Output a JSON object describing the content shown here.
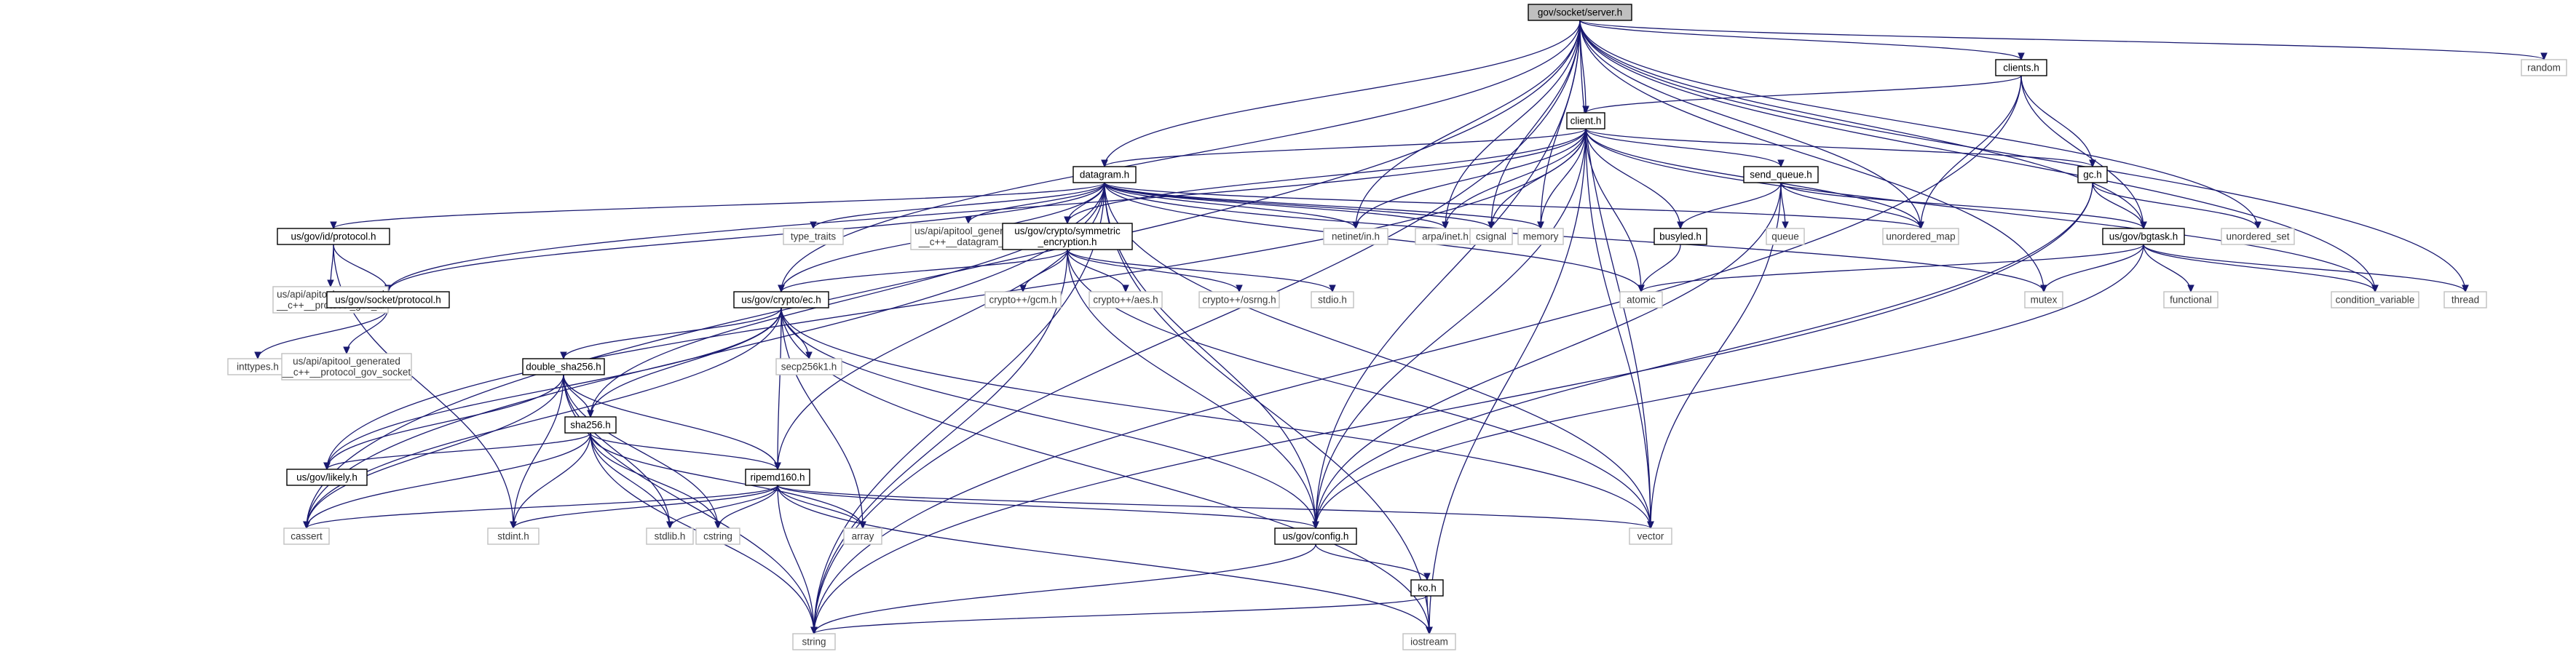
{
  "diagram": {
    "type": "include-dependency-graph",
    "root": "gov/socket/server.h",
    "nodes": [
      {
        "id": "server",
        "label": "gov/socket/server.h",
        "kind": "root"
      },
      {
        "id": "clients",
        "label": "clients.h",
        "kind": "header"
      },
      {
        "id": "random",
        "label": "random",
        "kind": "system"
      },
      {
        "id": "client",
        "label": "client.h",
        "kind": "header"
      },
      {
        "id": "datagram",
        "label": "datagram.h",
        "kind": "header"
      },
      {
        "id": "send_queue",
        "label": "send_queue.h",
        "kind": "header"
      },
      {
        "id": "gc",
        "label": "gc.h",
        "kind": "header"
      },
      {
        "id": "idprotocol",
        "label": "us/gov/id/protocol.h",
        "kind": "header"
      },
      {
        "id": "type_traits",
        "label": "type_traits",
        "kind": "system"
      },
      {
        "id": "dgram_hdr",
        "label": "us/api/apitool_generated\n__c++__datagram_hdr",
        "kind": "system"
      },
      {
        "id": "symenc",
        "label": "us/gov/crypto/symmetric\n_encryption.h",
        "kind": "header"
      },
      {
        "id": "netinet",
        "label": "netinet/in.h",
        "kind": "system"
      },
      {
        "id": "arpa",
        "label": "arpa/inet.h",
        "kind": "system"
      },
      {
        "id": "csignal",
        "label": "csignal",
        "kind": "system"
      },
      {
        "id": "memory",
        "label": "memory",
        "kind": "system"
      },
      {
        "id": "busyled",
        "label": "busyled.h",
        "kind": "header"
      },
      {
        "id": "queue",
        "label": "queue",
        "kind": "system"
      },
      {
        "id": "unordered_map",
        "label": "unordered_map",
        "kind": "system"
      },
      {
        "id": "bgtask",
        "label": "us/gov/bgtask.h",
        "kind": "header"
      },
      {
        "id": "unordered_set",
        "label": "unordered_set",
        "kind": "system"
      },
      {
        "id": "gen_proto_id",
        "label": "us/api/apitool_generated\n__c++__protocol_gov_id",
        "kind": "system"
      },
      {
        "id": "sockproto",
        "label": "us/gov/socket/protocol.h",
        "kind": "header"
      },
      {
        "id": "gcm",
        "label": "crypto++/gcm.h",
        "kind": "system"
      },
      {
        "id": "aes",
        "label": "crypto++/aes.h",
        "kind": "system"
      },
      {
        "id": "osrng",
        "label": "crypto++/osrng.h",
        "kind": "system"
      },
      {
        "id": "stdio",
        "label": "stdio.h",
        "kind": "system"
      },
      {
        "id": "atomic",
        "label": "atomic",
        "kind": "system"
      },
      {
        "id": "mutex",
        "label": "mutex",
        "kind": "system"
      },
      {
        "id": "functional",
        "label": "functional",
        "kind": "system"
      },
      {
        "id": "condvar",
        "label": "condition_variable",
        "kind": "system"
      },
      {
        "id": "thread",
        "label": "thread",
        "kind": "system"
      },
      {
        "id": "inttypes",
        "label": "inttypes.h",
        "kind": "system"
      },
      {
        "id": "gen_proto_sock",
        "label": "us/api/apitool_generated\n__c++__protocol_gov_socket",
        "kind": "system"
      },
      {
        "id": "ec",
        "label": "us/gov/crypto/ec.h",
        "kind": "header"
      },
      {
        "id": "secp",
        "label": "secp256k1.h",
        "kind": "system"
      },
      {
        "id": "dsha",
        "label": "double_sha256.h",
        "kind": "header"
      },
      {
        "id": "sha256",
        "label": "sha256.h",
        "kind": "header"
      },
      {
        "id": "likely",
        "label": "us/gov/likely.h",
        "kind": "header"
      },
      {
        "id": "ripemd",
        "label": "ripemd160.h",
        "kind": "header"
      },
      {
        "id": "cassert",
        "label": "cassert",
        "kind": "system"
      },
      {
        "id": "stdint",
        "label": "stdint.h",
        "kind": "system"
      },
      {
        "id": "stdlib",
        "label": "stdlib.h",
        "kind": "system"
      },
      {
        "id": "cstring",
        "label": "cstring",
        "kind": "system"
      },
      {
        "id": "array",
        "label": "array",
        "kind": "system"
      },
      {
        "id": "config",
        "label": "us/gov/config.h",
        "kind": "header"
      },
      {
        "id": "vector",
        "label": "vector",
        "kind": "system"
      },
      {
        "id": "ko",
        "label": "ko.h",
        "kind": "header"
      },
      {
        "id": "string",
        "label": "string",
        "kind": "system"
      },
      {
        "id": "iostream",
        "label": "iostream",
        "kind": "system"
      }
    ],
    "edges": [
      [
        "server",
        "clients"
      ],
      [
        "server",
        "random"
      ],
      [
        "server",
        "client"
      ],
      [
        "server",
        "datagram"
      ],
      [
        "server",
        "bgtask"
      ],
      [
        "server",
        "ec"
      ],
      [
        "server",
        "config"
      ],
      [
        "server",
        "netinet"
      ],
      [
        "server",
        "arpa"
      ],
      [
        "server",
        "csignal"
      ],
      [
        "server",
        "memory"
      ],
      [
        "server",
        "unordered_map"
      ],
      [
        "server",
        "unordered_set"
      ],
      [
        "server",
        "mutex"
      ],
      [
        "server",
        "condvar"
      ],
      [
        "server",
        "thread"
      ],
      [
        "server",
        "vector"
      ],
      [
        "server",
        "cassert"
      ],
      [
        "server",
        "string"
      ],
      [
        "clients",
        "client"
      ],
      [
        "clients",
        "gc"
      ],
      [
        "clients",
        "bgtask"
      ],
      [
        "clients",
        "unordered_map"
      ],
      [
        "clients",
        "string"
      ],
      [
        "client",
        "datagram"
      ],
      [
        "client",
        "send_queue"
      ],
      [
        "client",
        "gc"
      ],
      [
        "client",
        "symenc"
      ],
      [
        "client",
        "sockproto"
      ],
      [
        "client",
        "netinet"
      ],
      [
        "client",
        "arpa"
      ],
      [
        "client",
        "csignal"
      ],
      [
        "client",
        "memory"
      ],
      [
        "client",
        "busyled"
      ],
      [
        "client",
        "unordered_map"
      ],
      [
        "client",
        "atomic"
      ],
      [
        "client",
        "config"
      ],
      [
        "client",
        "vector"
      ],
      [
        "client",
        "condvar"
      ],
      [
        "client",
        "iostream"
      ],
      [
        "client",
        "likely"
      ],
      [
        "datagram",
        "idprotocol"
      ],
      [
        "datagram",
        "type_traits"
      ],
      [
        "datagram",
        "dgram_hdr"
      ],
      [
        "datagram",
        "symenc"
      ],
      [
        "datagram",
        "sockproto"
      ],
      [
        "datagram",
        "netinet"
      ],
      [
        "datagram",
        "arpa"
      ],
      [
        "datagram",
        "csignal"
      ],
      [
        "datagram",
        "memory"
      ],
      [
        "datagram",
        "unordered_map"
      ],
      [
        "datagram",
        "atomic"
      ],
      [
        "datagram",
        "mutex"
      ],
      [
        "datagram",
        "ec"
      ],
      [
        "datagram",
        "sha256"
      ],
      [
        "datagram",
        "ripemd"
      ],
      [
        "datagram",
        "config"
      ],
      [
        "datagram",
        "vector"
      ],
      [
        "datagram",
        "string"
      ],
      [
        "datagram",
        "cassert"
      ],
      [
        "datagram",
        "iostream"
      ],
      [
        "send_queue",
        "busyled"
      ],
      [
        "send_queue",
        "queue"
      ],
      [
        "send_queue",
        "unordered_map"
      ],
      [
        "send_queue",
        "bgtask"
      ],
      [
        "send_queue",
        "vector"
      ],
      [
        "send_queue",
        "config"
      ],
      [
        "gc",
        "bgtask"
      ],
      [
        "gc",
        "unordered_set"
      ],
      [
        "gc",
        "config"
      ],
      [
        "gc",
        "string"
      ],
      [
        "bgtask",
        "atomic"
      ],
      [
        "bgtask",
        "mutex"
      ],
      [
        "bgtask",
        "functional"
      ],
      [
        "bgtask",
        "condvar"
      ],
      [
        "bgtask",
        "thread"
      ],
      [
        "bgtask",
        "config"
      ],
      [
        "busyled",
        "atomic"
      ],
      [
        "idprotocol",
        "gen_proto_id"
      ],
      [
        "idprotocol",
        "sockproto"
      ],
      [
        "idprotocol",
        "stdint"
      ],
      [
        "sockproto",
        "inttypes"
      ],
      [
        "sockproto",
        "gen_proto_sock"
      ],
      [
        "symenc",
        "gcm"
      ],
      [
        "symenc",
        "aes"
      ],
      [
        "symenc",
        "osrng"
      ],
      [
        "symenc",
        "stdio"
      ],
      [
        "symenc",
        "ec"
      ],
      [
        "symenc",
        "vector"
      ],
      [
        "symenc",
        "string"
      ],
      [
        "symenc",
        "config"
      ],
      [
        "ec",
        "secp"
      ],
      [
        "ec",
        "dsha"
      ],
      [
        "ec",
        "sha256"
      ],
      [
        "ec",
        "ripemd"
      ],
      [
        "ec",
        "likely"
      ],
      [
        "ec",
        "cassert"
      ],
      [
        "ec",
        "vector"
      ],
      [
        "ec",
        "array"
      ],
      [
        "ec",
        "config"
      ],
      [
        "ec",
        "iostream"
      ],
      [
        "dsha",
        "sha256"
      ],
      [
        "dsha",
        "ripemd"
      ],
      [
        "dsha",
        "likely"
      ],
      [
        "dsha",
        "cassert"
      ],
      [
        "dsha",
        "stdint"
      ],
      [
        "dsha",
        "stdlib"
      ],
      [
        "dsha",
        "cstring"
      ],
      [
        "dsha",
        "string"
      ],
      [
        "sha256",
        "likely"
      ],
      [
        "sha256",
        "ripemd"
      ],
      [
        "sha256",
        "cassert"
      ],
      [
        "sha256",
        "stdint"
      ],
      [
        "sha256",
        "stdlib"
      ],
      [
        "sha256",
        "cstring"
      ],
      [
        "sha256",
        "array"
      ],
      [
        "sha256",
        "string"
      ],
      [
        "ripemd",
        "cassert"
      ],
      [
        "ripemd",
        "stdint"
      ],
      [
        "ripemd",
        "stdlib"
      ],
      [
        "ripemd",
        "cstring"
      ],
      [
        "ripemd",
        "array"
      ],
      [
        "ripemd",
        "config"
      ],
      [
        "ripemd",
        "vector"
      ],
      [
        "ripemd",
        "string"
      ],
      [
        "ripemd",
        "iostream"
      ],
      [
        "config",
        "ko"
      ],
      [
        "config",
        "string"
      ],
      [
        "ko",
        "string"
      ],
      [
        "ko",
        "iostream"
      ]
    ]
  }
}
